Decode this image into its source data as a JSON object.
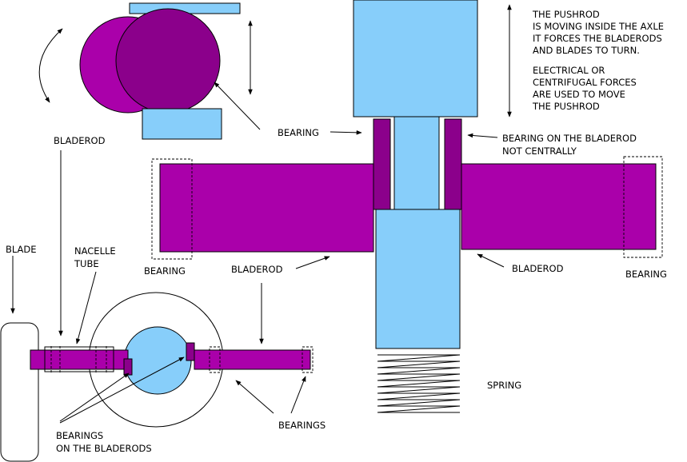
{
  "colors": {
    "light_blue": "#87CEFA",
    "purple": "#AA00AA",
    "dark_purple": "#8B008B",
    "mid_purple": "#9B1A9B",
    "background": "#FFFFFF",
    "line": "#000000"
  },
  "labels": {
    "pushrod_note": [
      "THE PUSHROD",
      "IS MOVING INSIDE THE AXLE",
      "IT FORCES THE BLADERODS",
      "AND BLADES TO TURN."
    ],
    "force_note": [
      "ELECTRICAL OR",
      "CENTRIFUGAL FORCES",
      "ARE USED TO MOVE",
      "THE PUSHROD"
    ],
    "bearing_center": "BEARING",
    "bearing_offcenter": [
      "BEARING ON THE BLADEROD",
      "NOT CENTRALLY"
    ],
    "bladerod_top": "BLADEROD",
    "bearing_left": "BEARING",
    "bladerod_mid_left": "BLADEROD",
    "bladerod_mid_right": "BLADEROD",
    "bearing_right": "BEARING",
    "blade": "BLADE",
    "nacelle_tube": [
      "NACELLE",
      "TUBE"
    ],
    "bladerod_bottom": "BLADEROD",
    "spring": "SPRING",
    "bearings_bottom": "BEARINGS",
    "bearings_on_bladerods": [
      "BEARINGS",
      "ON THE BLADERODS"
    ]
  }
}
